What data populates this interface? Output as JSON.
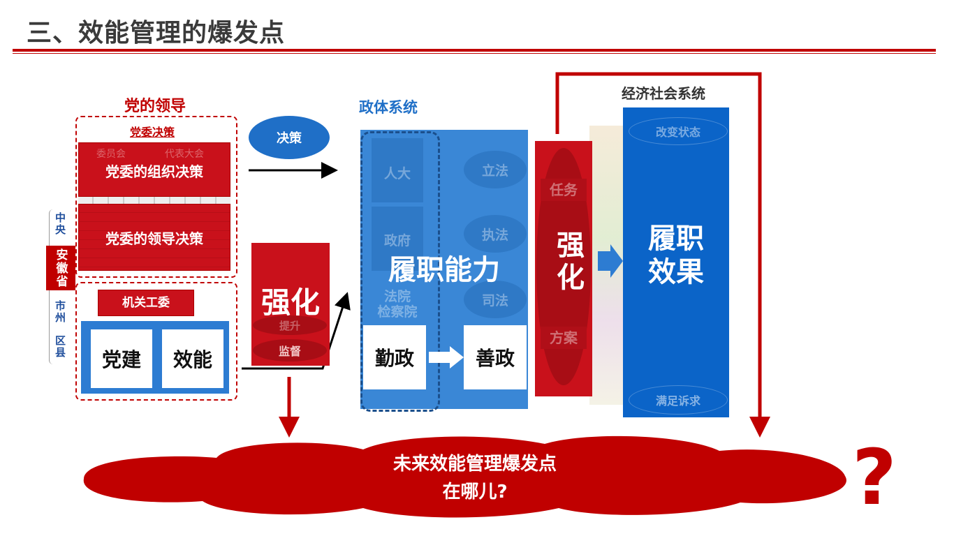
{
  "slide": {
    "title": "三、效能管理的爆发点"
  },
  "party": {
    "heading": "党的领导",
    "sub_heading": "党委决策",
    "bg_labels": [
      "委员会",
      "代表大会"
    ],
    "org_decision": "党委的组织决策",
    "lead_decision": "党委的领导决策",
    "committee": "机关工委",
    "party_build": "党建",
    "efficiency": "效能"
  },
  "levels": {
    "central": "中央",
    "anhui": "安徽省",
    "city": "市州",
    "county": "区县"
  },
  "decision_bubble": "决策",
  "strengthen_left": {
    "main": "强化",
    "sub_top": "提升",
    "sub_bottom": "监督"
  },
  "gov": {
    "heading": "政体系统",
    "rows": [
      {
        "left": "人大",
        "right": "立法"
      },
      {
        "left": "政府",
        "right": "执法"
      },
      {
        "left": "法院\n检察院",
        "right": "司法"
      }
    ],
    "capability": "履职能力",
    "diligent": "勤政",
    "good": "善政"
  },
  "strengthen_right": {
    "main": "强化",
    "top": "任务",
    "bottom": "方案"
  },
  "econ": {
    "heading": "经济社会系统",
    "top": "改变状态",
    "result": "履职\n效果",
    "bottom": "满足诉求"
  },
  "cloud": {
    "line1": "未来效能管理爆发点",
    "line2": "在哪儿?"
  },
  "question": "?",
  "colors": {
    "accent_red": "#c00000",
    "bar_red": "#c9111b",
    "blue": "#2d7cd2",
    "dark_blue": "#1b4f8c"
  }
}
